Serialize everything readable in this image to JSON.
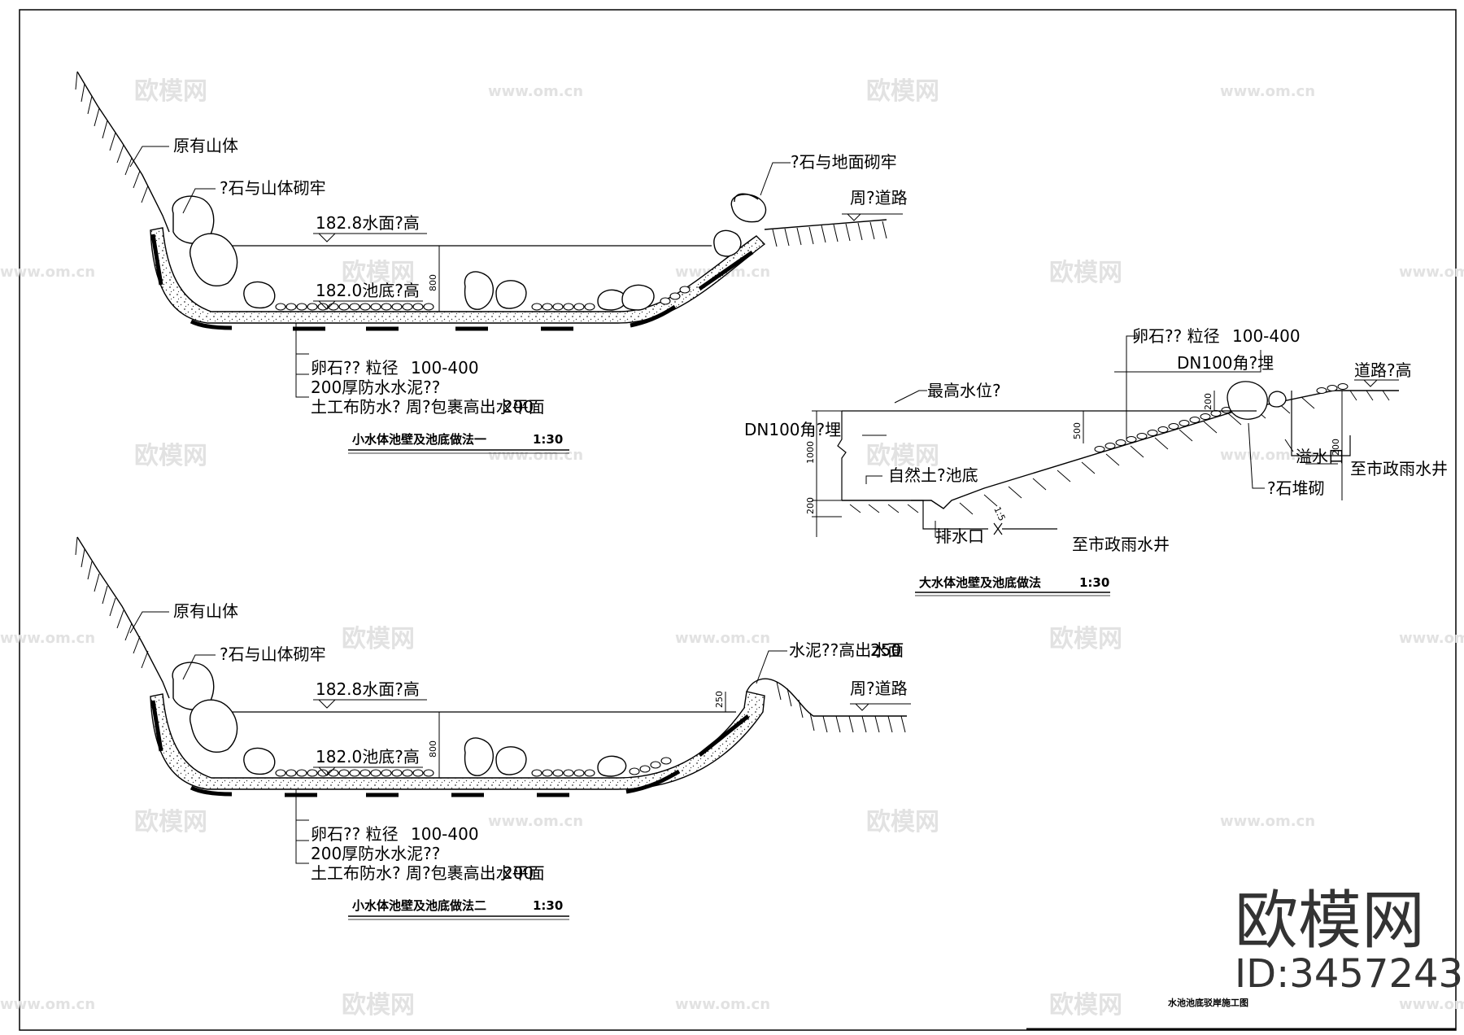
{
  "watermark": {
    "logo": "欧模网",
    "site": "www.om.cn"
  },
  "brand": {
    "name": "欧模网",
    "id": "ID:3457243"
  },
  "sheet_title": "水池池底驳岸施工图",
  "section1": {
    "title": "小水体池壁及池底做法一",
    "scale": "1:30",
    "mountain": "原有山体",
    "rock_left": "?石与山体砌牢",
    "rock_right": "?石与地面砌牢",
    "road": "周?道路",
    "water_level": "182.8水面?高",
    "bottom_level": "182.0池底?高",
    "depth": "800",
    "layer1": "卵石??  粒径",
    "layer1b": "100-400",
    "layer2": "200厚防水水泥??",
    "layer3": "土工布防水?  周?包裹高出水平面",
    "layer3b": "200"
  },
  "section2": {
    "title": "小水体池壁及池底做法二",
    "scale": "1:30",
    "mountain": "原有山体",
    "rock_left": "?石与山体砌牢",
    "wall_top": "水泥??高出水面",
    "wall_top_b": "250",
    "road": "周?道路",
    "water_level": "182.8水面?高",
    "bottom_level": "182.0池底?高",
    "depth": "800",
    "wall_dim": "250",
    "layer1": "卵石??  粒径",
    "layer1b": "100-400",
    "layer2": "200厚防水水泥??",
    "layer3": "土工布防水?  周?包裹高出水平面",
    "layer3b": "200"
  },
  "section3": {
    "title": "大水体池壁及池底做法",
    "scale": "1:30",
    "pebble": "卵石??  粒径",
    "pebble_b": "100-400",
    "pipe_top": "DN100角?埋",
    "road_level": "道路?高",
    "max_water": "最高水位?",
    "pipe_left": "DN100角?埋",
    "natural_soil": "自然土?池底",
    "drain": "排水口",
    "to_rain_well": "至市政雨水井",
    "overflow": "溢水口",
    "to_rain_well_2": "至市政雨水井",
    "rock_pile": "?石堆砌",
    "dim_1000": "1000",
    "dim_200a": "200",
    "dim_500": "500",
    "dim_200b": "200",
    "dim_200c": "200",
    "dim_15": "1:5"
  }
}
